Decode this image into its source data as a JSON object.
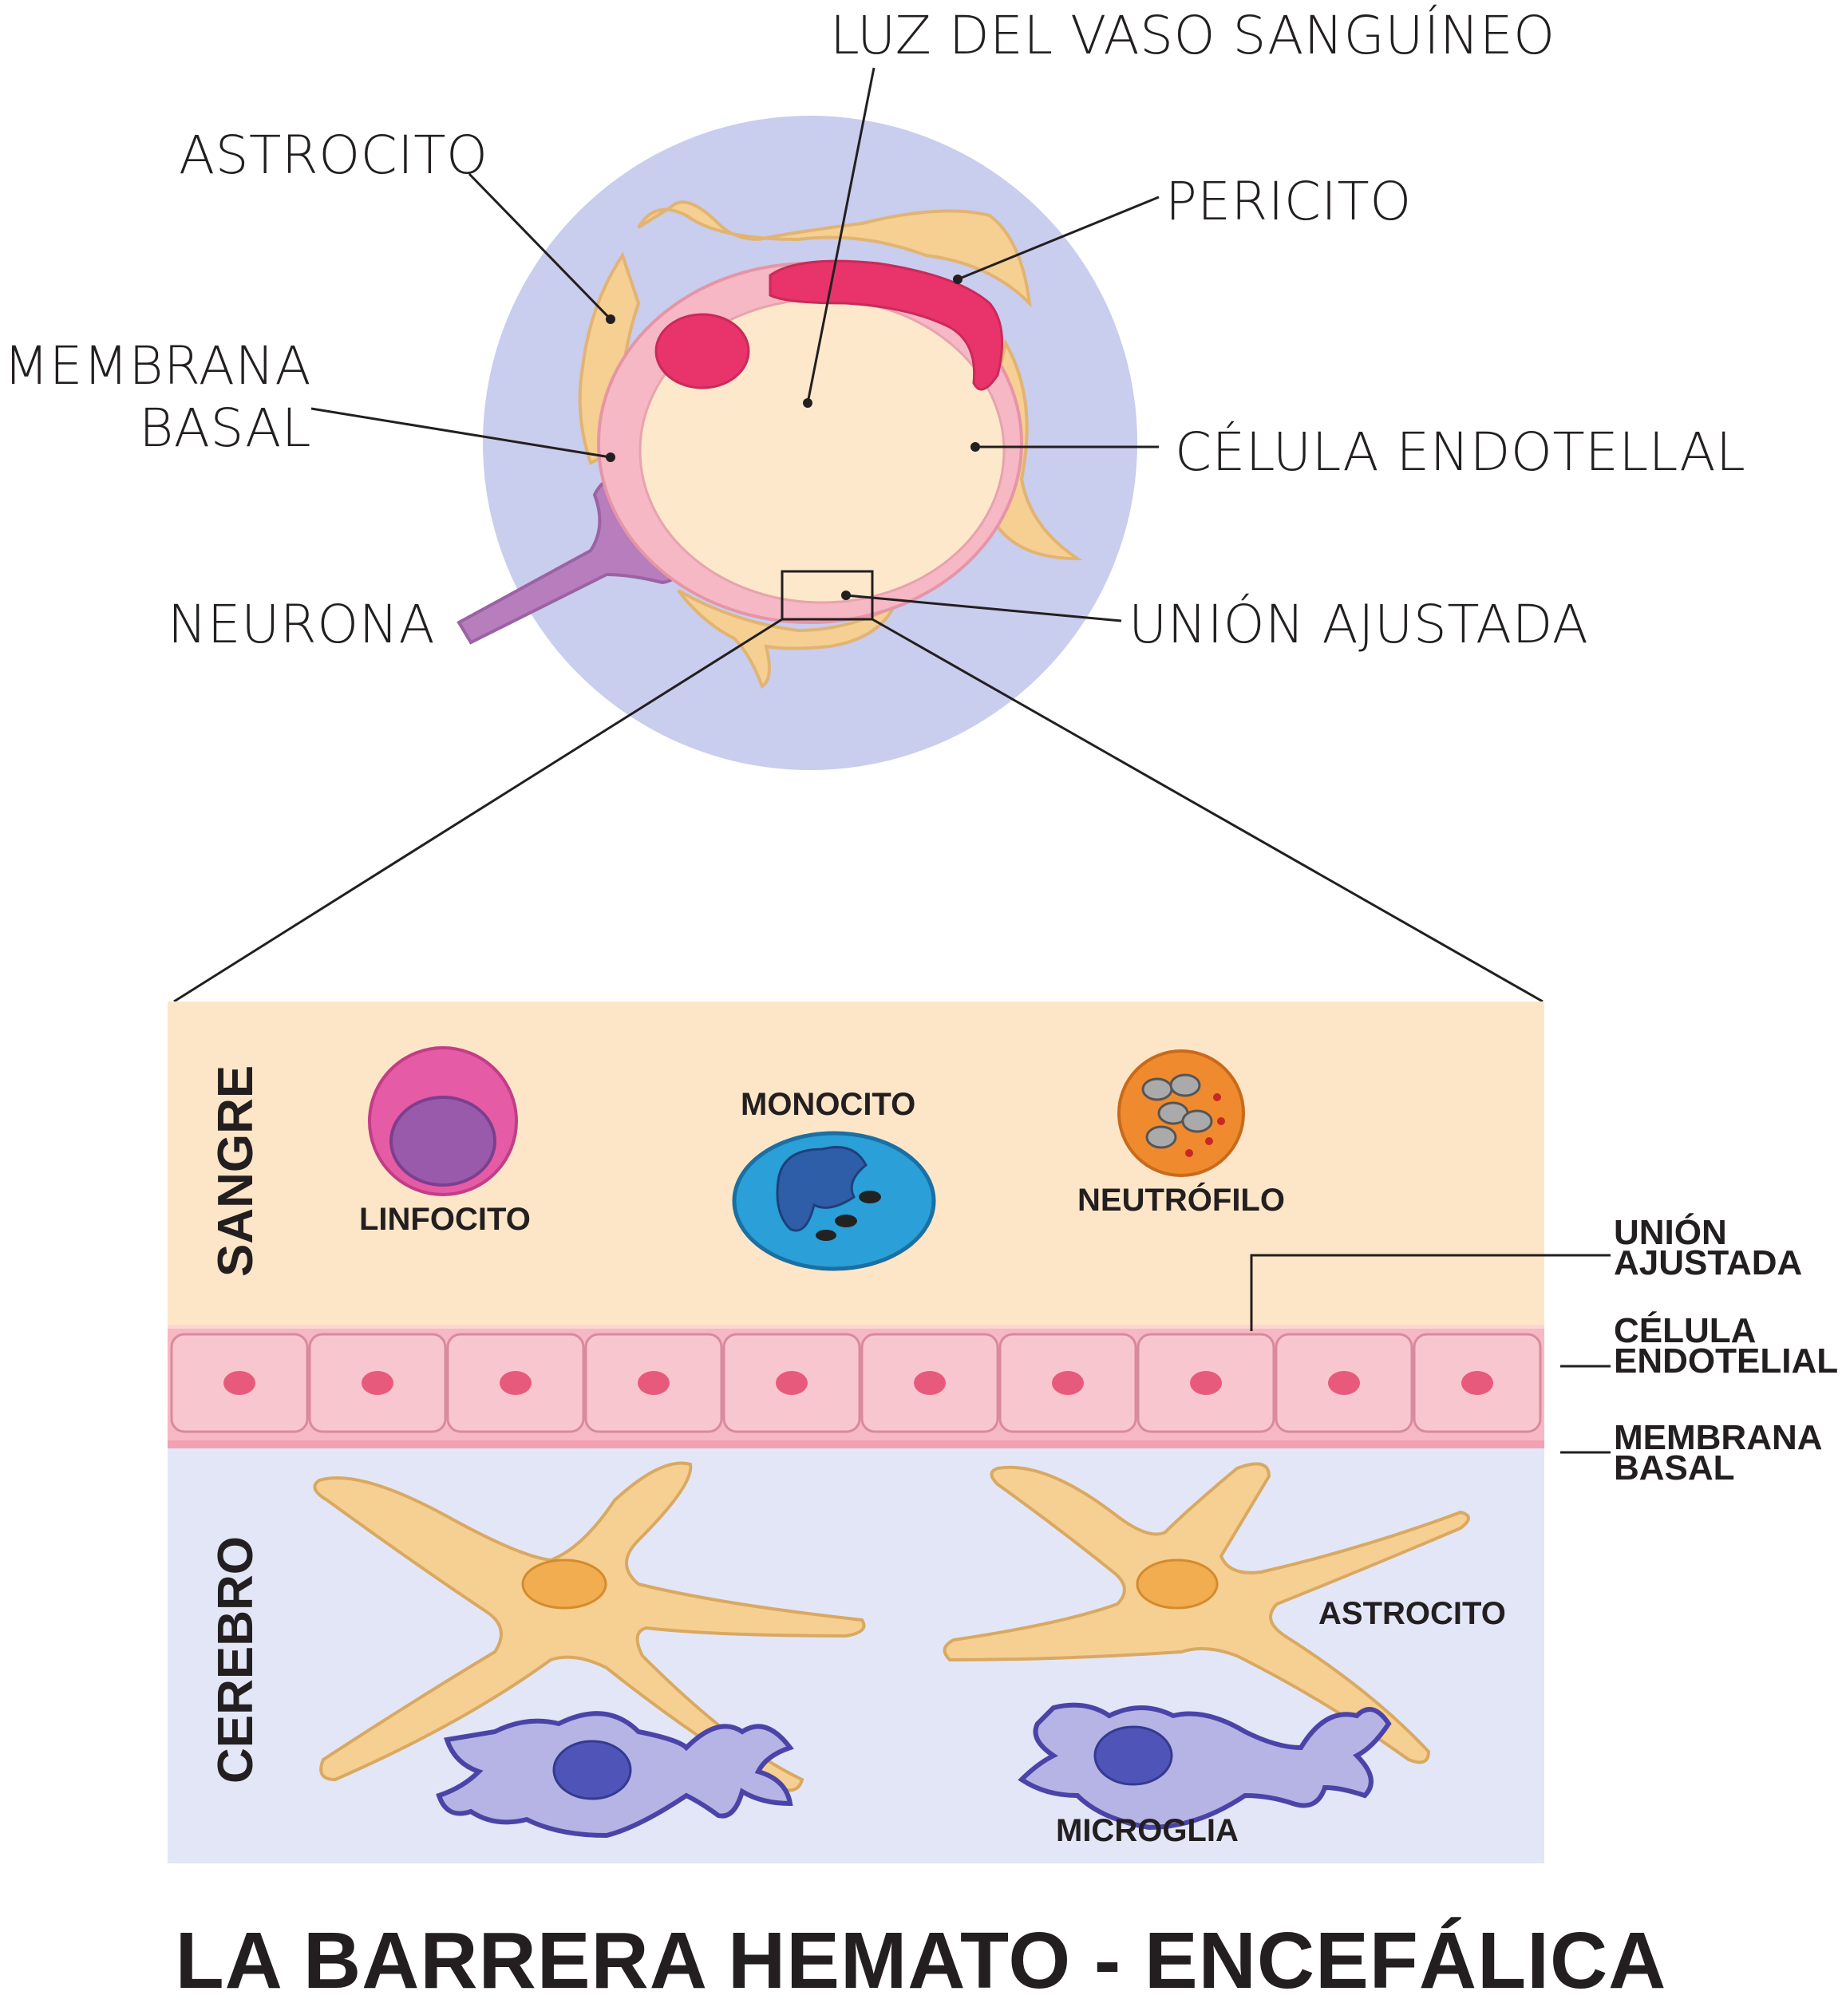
{
  "title": "LA BARRERA HEMATO - ENCEFÁLICA",
  "cross_section": {
    "labels": {
      "lumen": "LUZ DEL VASO SANGUÍNEO",
      "astrocyte": "ASTROCITO",
      "pericyte": "PERICITO",
      "basal_membrane_line1": "MEMBRANA",
      "basal_membrane_line2": "BASAL",
      "endothelial_cell": "CÉLULA ENDOTELLAL",
      "neuron": "NEURONA",
      "tight_junction": "UNIÓN AJUSTADA"
    }
  },
  "detail_panel": {
    "regions": {
      "blood": "SANGRE",
      "brain": "CEREBRO"
    },
    "cells": {
      "lymphocyte": "LINFOCITO",
      "monocyte": "MONOCITO",
      "neutrophil": "NEUTRÓFILO",
      "astrocyte": "ASTROCITO",
      "microglia": "MICROGLIA"
    },
    "side_labels": {
      "tight_junction_line1": "UNIÓN",
      "tight_junction_line2": "AJUSTADA",
      "endothelial_line1": "CÉLULA",
      "endothelial_line2": "ENDOTELIAL",
      "basal_line1": "MEMBRANA",
      "basal_line2": "BASAL"
    }
  },
  "colors": {
    "outer_circle": "#c9cdee",
    "lumen": "#fde8cc",
    "endothelium": "#f6b8c4",
    "pericyte": "#e8336b",
    "astrocyte": "#f6cf92",
    "neuron": "#b77dbd",
    "blood_bg": "#fde6c8",
    "brain_bg": "#e3e6f7",
    "microglia": "#b6b4e4"
  }
}
